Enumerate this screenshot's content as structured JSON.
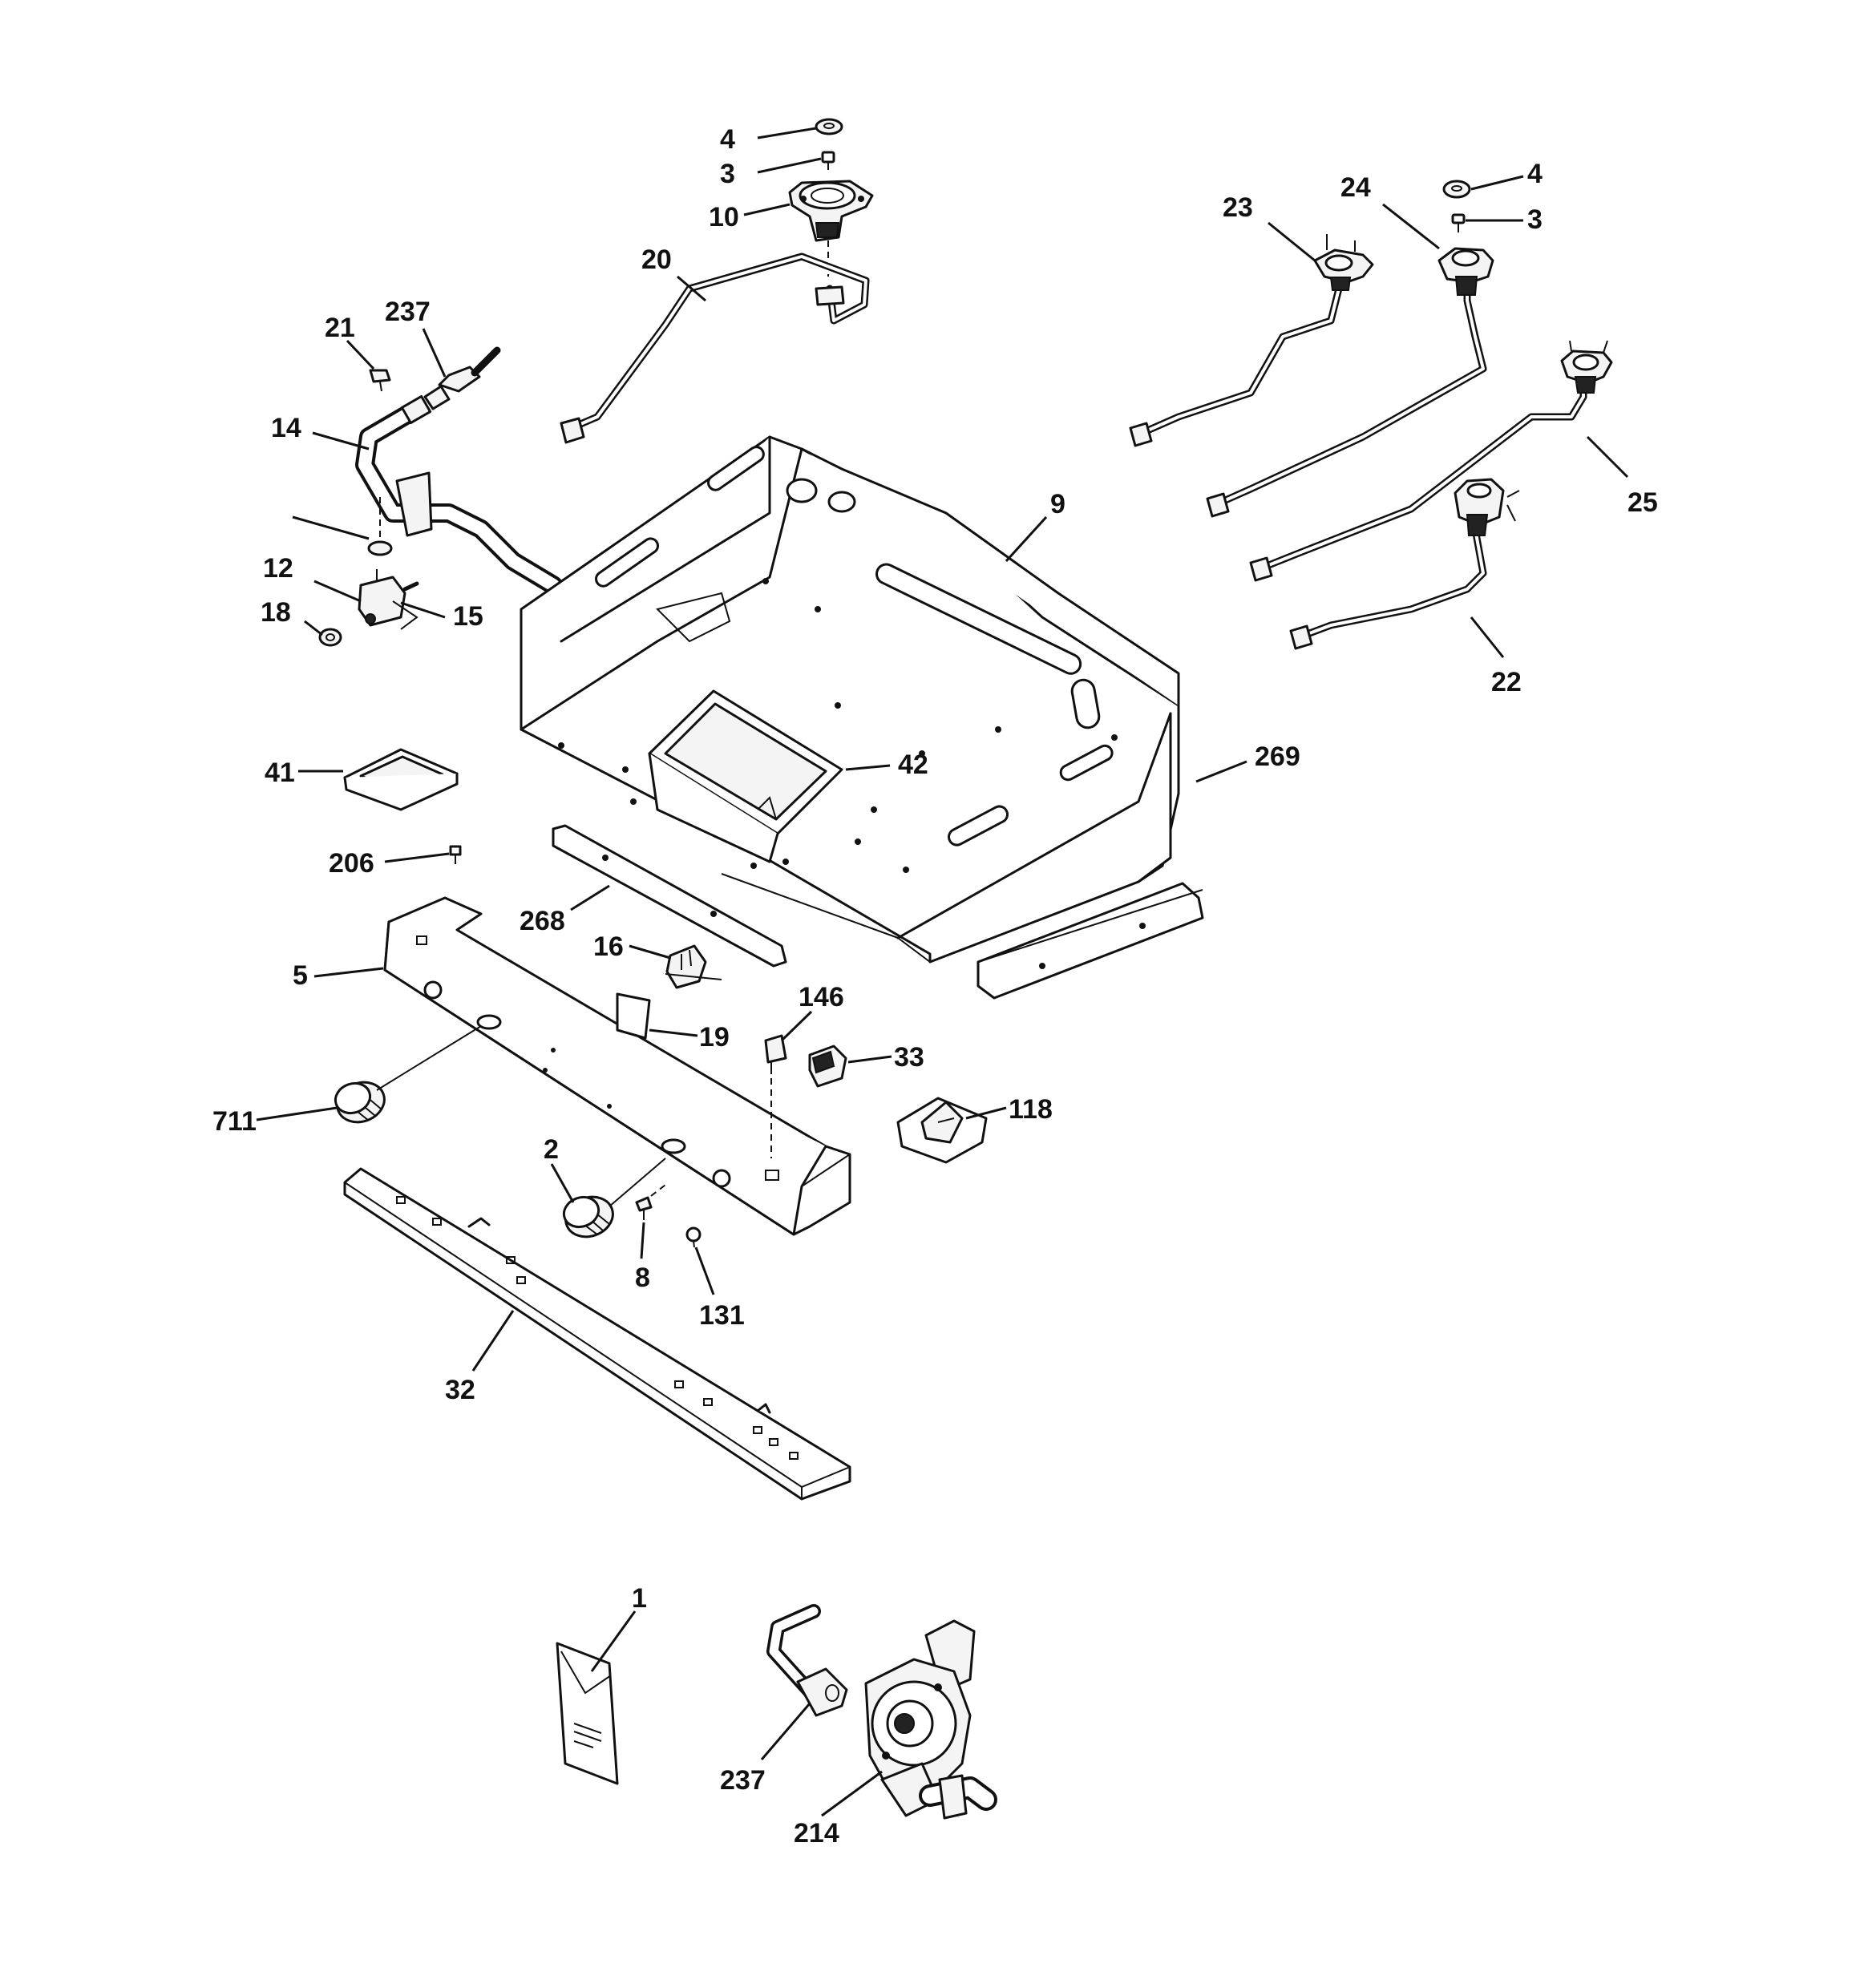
{
  "diagram": {
    "labels": [
      {
        "id": "4a",
        "text": "4"
      },
      {
        "id": "3a",
        "text": "3"
      },
      {
        "id": "10",
        "text": "10"
      },
      {
        "id": "20",
        "text": "20"
      },
      {
        "id": "21",
        "text": "21"
      },
      {
        "id": "237a",
        "text": "237"
      },
      {
        "id": "14",
        "text": "14"
      },
      {
        "id": "12",
        "text": "12"
      },
      {
        "id": "15",
        "text": "15"
      },
      {
        "id": "18",
        "text": "18"
      },
      {
        "id": "9",
        "text": "9"
      },
      {
        "id": "23",
        "text": "23"
      },
      {
        "id": "24",
        "text": "24"
      },
      {
        "id": "4b",
        "text": "4"
      },
      {
        "id": "3b",
        "text": "3"
      },
      {
        "id": "25",
        "text": "25"
      },
      {
        "id": "22",
        "text": "22"
      },
      {
        "id": "41",
        "text": "41"
      },
      {
        "id": "42",
        "text": "42"
      },
      {
        "id": "269",
        "text": "269"
      },
      {
        "id": "206",
        "text": "206"
      },
      {
        "id": "268",
        "text": "268"
      },
      {
        "id": "16",
        "text": "16"
      },
      {
        "id": "5",
        "text": "5"
      },
      {
        "id": "146",
        "text": "146"
      },
      {
        "id": "19",
        "text": "19"
      },
      {
        "id": "33",
        "text": "33"
      },
      {
        "id": "711",
        "text": "711"
      },
      {
        "id": "118",
        "text": "118"
      },
      {
        "id": "2",
        "text": "2"
      },
      {
        "id": "8",
        "text": "8"
      },
      {
        "id": "131",
        "text": "131"
      },
      {
        "id": "32",
        "text": "32"
      },
      {
        "id": "1",
        "text": "1"
      },
      {
        "id": "237b",
        "text": "237"
      },
      {
        "id": "214",
        "text": "214"
      }
    ]
  }
}
